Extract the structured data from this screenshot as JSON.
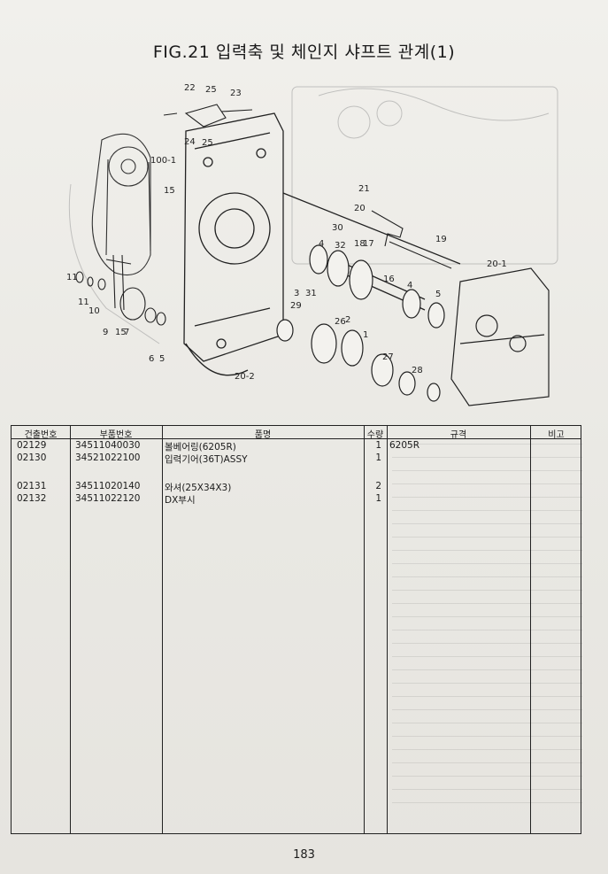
{
  "title": "FIG.21 입력축 및 체인지 샤프트 관계(1)",
  "diagram_callouts": [
    "22",
    "25",
    "23",
    "24",
    "25",
    "100-1",
    "15",
    "21",
    "20",
    "30",
    "32",
    "18",
    "17",
    "19",
    "20-1",
    "16",
    "4",
    "5",
    "31",
    "3",
    "29",
    "26",
    "2",
    "1",
    "27",
    "28",
    "11",
    "11",
    "10",
    "9",
    "15",
    "7",
    "6",
    "5",
    "20-2",
    "4"
  ],
  "table": {
    "headers": [
      "건출번호",
      "부품번호",
      "품명",
      "수량",
      "규격",
      "비고"
    ],
    "rows": [
      {
        "no": "02129",
        "part": "34511040030",
        "name": "볼베어링(6205R)",
        "qty": "1",
        "spec": "6205R",
        "note": ""
      },
      {
        "no": "02130",
        "part": "34521022100",
        "name": "입력기어(36T)ASSY",
        "qty": "1",
        "spec": "",
        "note": ""
      },
      {
        "no": "02131",
        "part": "34511020140",
        "name": "와셔(25X34X3)",
        "qty": "2",
        "spec": "",
        "note": ""
      },
      {
        "no": "02132",
        "part": "34511022120",
        "name": "DX부시",
        "qty": "1",
        "spec": "",
        "note": ""
      }
    ]
  },
  "page_number": "183"
}
